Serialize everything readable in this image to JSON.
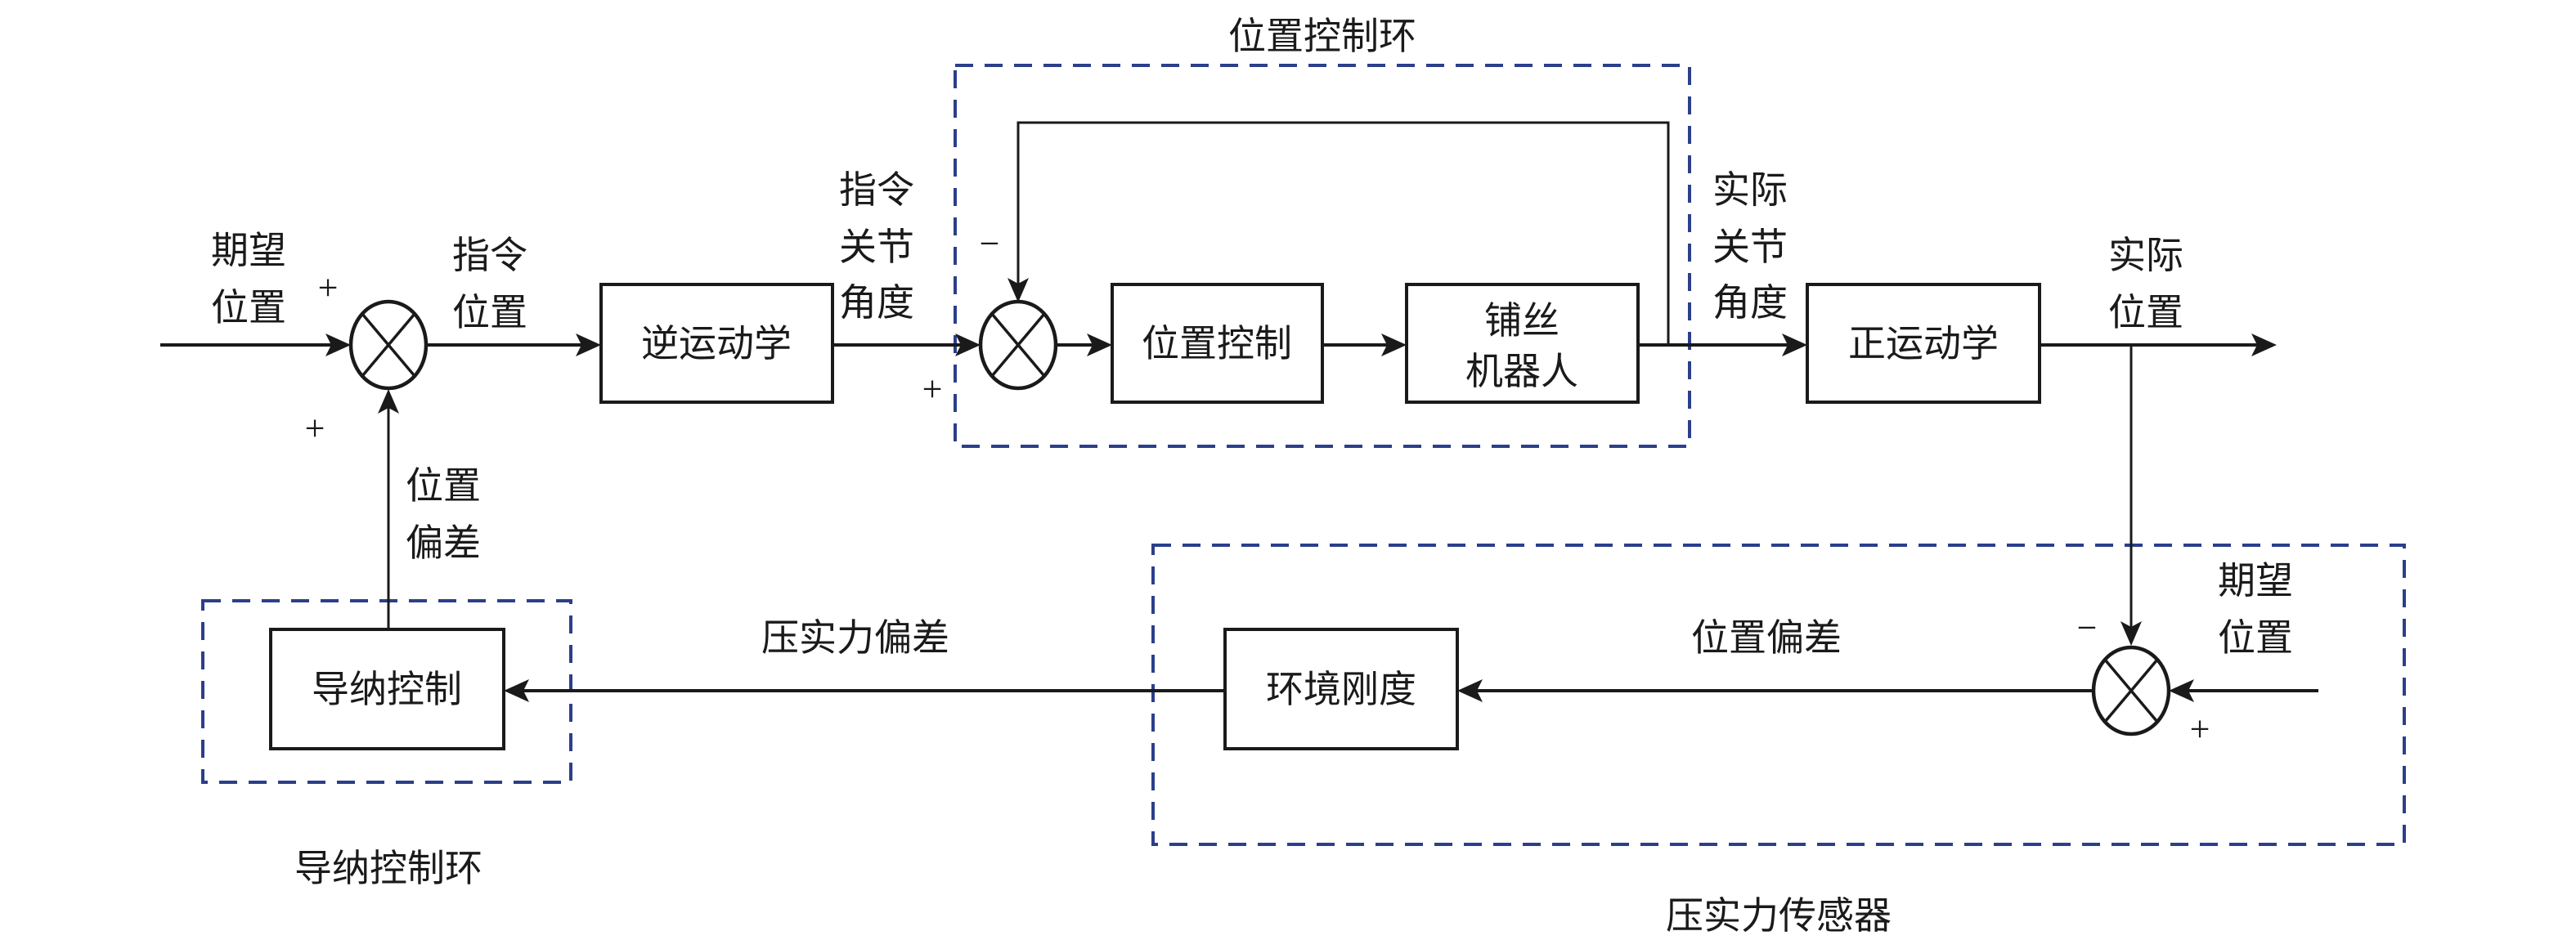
{
  "diagram": {
    "groups": {
      "position_loop": "位置控制环",
      "admittance_loop": "导纳控制环",
      "force_sensor": "压实力传感器"
    },
    "blocks": {
      "inverse_kinematics": "逆运动学",
      "position_control": "位置控制",
      "robot_line1": "铺丝",
      "robot_line2": "机器人",
      "forward_kinematics": "正运动学",
      "environment_stiffness": "环境刚度",
      "admittance_control": "导纳控制"
    },
    "signals": {
      "desired_position_in": [
        "期望",
        "位置"
      ],
      "command_position": [
        "指令",
        "位置"
      ],
      "command_joint_angle": [
        "指令",
        "关节",
        "角度"
      ],
      "actual_joint_angle": [
        "实际",
        "关节",
        "角度"
      ],
      "actual_position": [
        "实际",
        "位置"
      ],
      "desired_position_sensor": [
        "期望",
        "位置"
      ],
      "position_error_sensor": "位置偏差",
      "compaction_force_error": "压实力偏差",
      "position_error_feedback": [
        "位置",
        "偏差"
      ]
    },
    "signs": {
      "sum1_top": "+",
      "sum1_bottom": "+",
      "sum2_top": "−",
      "sum2_left": "+",
      "sum3_top": "−",
      "sum3_right": "+"
    }
  }
}
